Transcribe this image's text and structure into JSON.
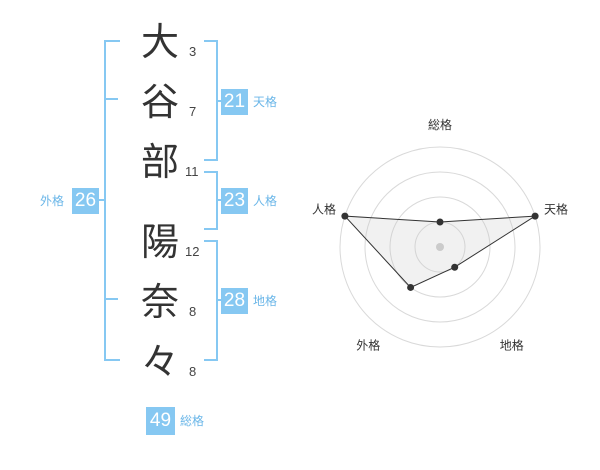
{
  "name": {
    "characters": [
      {
        "char": "大",
        "strokes": "3"
      },
      {
        "char": "谷",
        "strokes": "7"
      },
      {
        "char": "部",
        "strokes": "11"
      },
      {
        "char": "陽",
        "strokes": "12"
      },
      {
        "char": "奈",
        "strokes": "8"
      },
      {
        "char": "々",
        "strokes": "8"
      }
    ]
  },
  "kakusu": {
    "tenkaku": {
      "value": "21",
      "label": "天格"
    },
    "jinkaku": {
      "value": "23",
      "label": "人格"
    },
    "chikaku": {
      "value": "28",
      "label": "地格"
    },
    "gaikaku": {
      "value": "26",
      "label": "外格"
    },
    "soukaku": {
      "value": "49",
      "label": "総格"
    }
  },
  "chart_data": {
    "type": "radar",
    "axes": [
      "総格",
      "天格",
      "地格",
      "外格",
      "人格"
    ],
    "values": [
      1,
      4,
      1,
      2,
      4
    ],
    "rmax": 4,
    "rings": 4
  },
  "colors": {
    "accent": "#86c8f2",
    "label": "#6ab6e8",
    "text": "#333333"
  }
}
